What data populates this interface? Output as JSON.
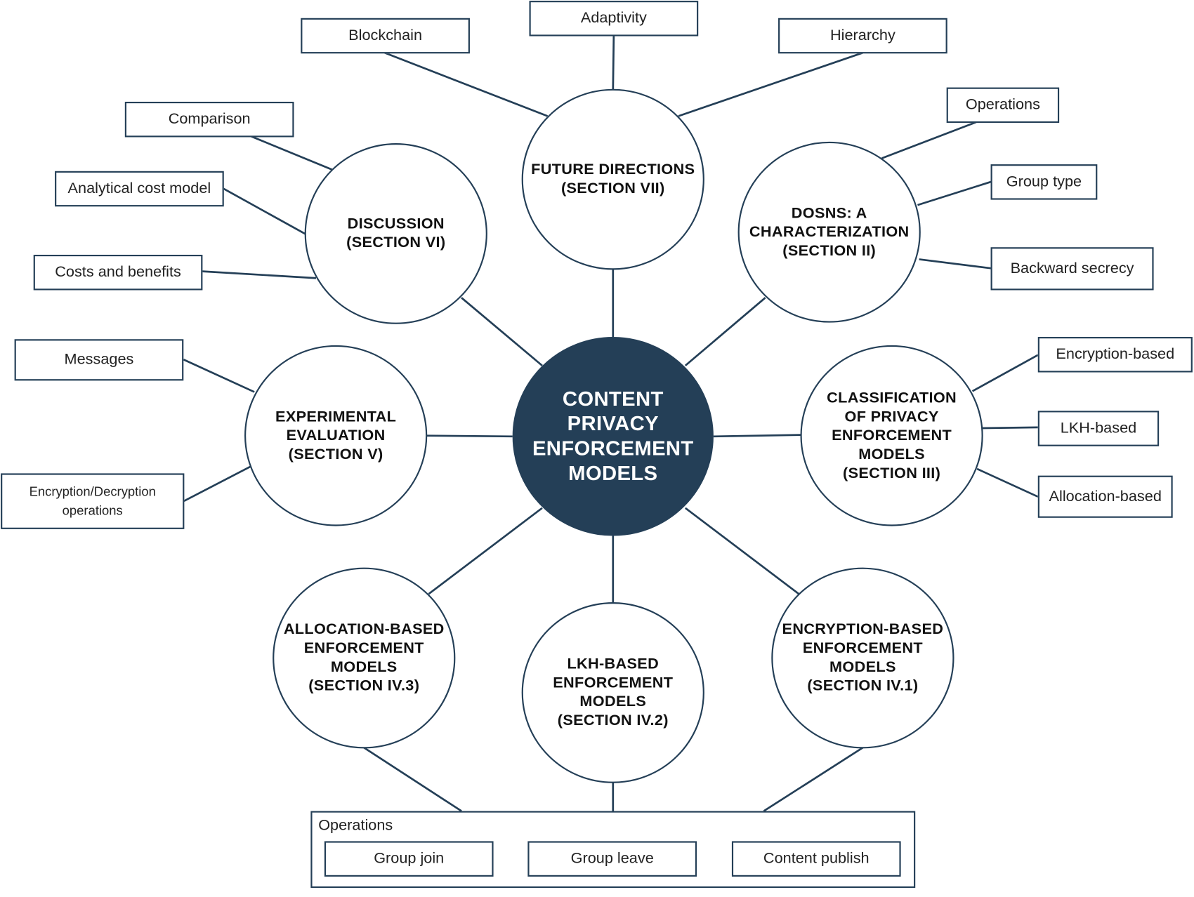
{
  "center": {
    "label": "CONTENT\nPRIVACY\nENFORCEMENT\nMODELS"
  },
  "sections": {
    "future_directions": {
      "label": "FUTURE DIRECTIONS\n(SECTION VII)",
      "topics": [
        "Blockchain",
        "Adaptivity",
        "Hierarchy"
      ]
    },
    "discussion": {
      "label": "DISCUSSION\n(SECTION VI)",
      "topics": [
        "Comparison",
        "Analytical cost model",
        "Costs and benefits"
      ]
    },
    "dosns": {
      "label": "DOSNS: A\nCHARACTERIZATION\n(SECTION II)",
      "topics": [
        "Operations",
        "Group type",
        "Backward secrecy"
      ]
    },
    "experimental": {
      "label": "EXPERIMENTAL\nEVALUATION\n(SECTION V)",
      "topics": [
        "Messages",
        "Encryption/Decryption\noperations"
      ]
    },
    "classification": {
      "label": "CLASSIFICATION\nOF PRIVACY\nENFORCEMENT\nMODELS\n(SECTION III)",
      "topics": [
        "Encryption-based",
        "LKH-based",
        "Allocation-based"
      ]
    },
    "allocation_based": {
      "label": "ALLOCATION-BASED\nENFORCEMENT\nMODELS\n(SECTION IV.3)"
    },
    "lkh_based": {
      "label": "LKH-BASED\nENFORCEMENT\nMODELS\n(SECTION IV.2)"
    },
    "encryption_based": {
      "label": "ENCRYPTION-BASED\nENFORCEMENT\nMODELS\n(SECTION IV.1)"
    }
  },
  "operations_group": {
    "title": "Operations",
    "items": [
      "Group join",
      "Group leave",
      "Content publish"
    ]
  },
  "colors": {
    "primary": "#243f57",
    "background": "#ffffff"
  }
}
